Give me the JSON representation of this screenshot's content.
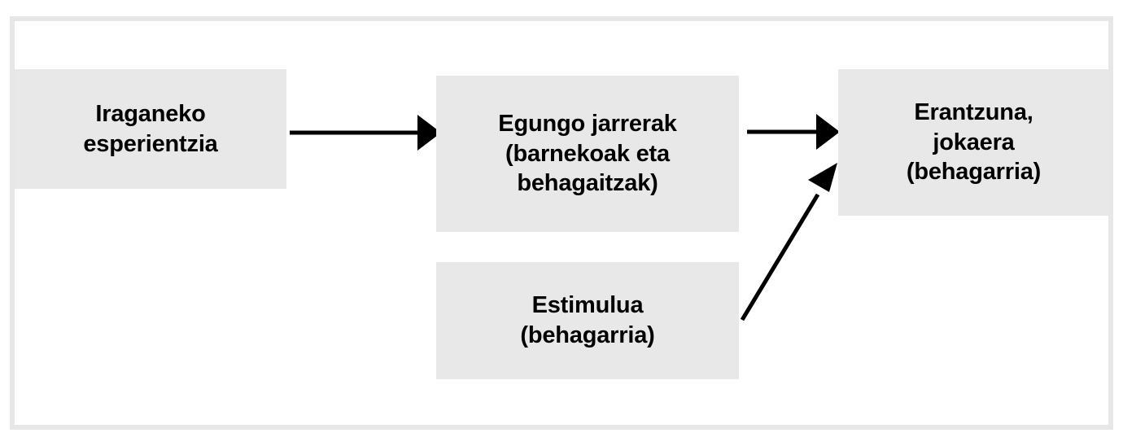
{
  "diagram": {
    "title": "",
    "background_color": "#ffffff",
    "frame": {
      "border_color": "#e7e7e7",
      "fill_color": "#ffffff"
    },
    "node_fill_color": "#e8e8e8",
    "text_color": "#000000",
    "edge_color": "#000000",
    "nodes": [
      {
        "id": "past-experience",
        "label": "Iraganeko\nesperientzia",
        "lines": [
          "Iraganeko",
          "esperientzia"
        ]
      },
      {
        "id": "current-attitudes",
        "label": "Egungo jarrerak\n(barnekoak eta\nbehagaitzak)",
        "lines": [
          "Egungo jarrerak",
          "(barnekoak eta",
          "behagaitzak)"
        ]
      },
      {
        "id": "stimulus",
        "label": "Estimulua\n(behagarria)",
        "lines": [
          "Estimulua",
          "(behagarria)"
        ]
      },
      {
        "id": "response",
        "label": "Erantzuna,\njokaera\n(behagarria)",
        "lines": [
          "Erantzuna,",
          "jokaera",
          "(behagarria)"
        ]
      }
    ],
    "edges": [
      {
        "id": "past-to-attitudes",
        "from": "past-experience",
        "to": "current-attitudes",
        "style": "solid-arrow-horizontal",
        "label": ""
      },
      {
        "id": "attitudes-to-response",
        "from": "current-attitudes",
        "to": "response",
        "style": "solid-arrow-horizontal",
        "label": ""
      },
      {
        "id": "stimulus-to-response",
        "from": "stimulus",
        "to": "response",
        "style": "solid-arrow-diagonal",
        "label": ""
      }
    ]
  }
}
